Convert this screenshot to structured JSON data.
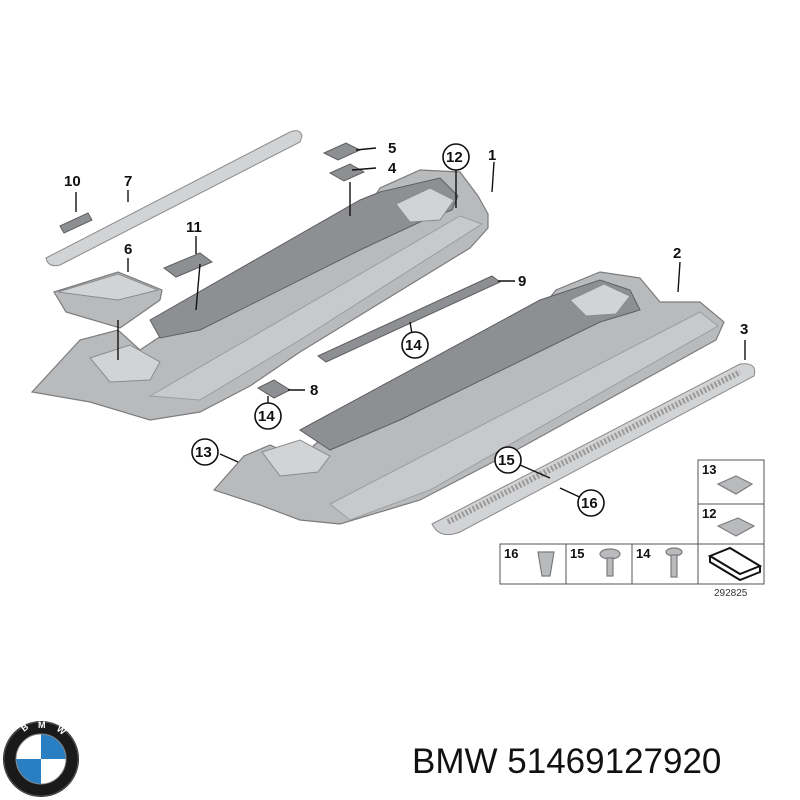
{
  "diagram": {
    "callouts": {
      "c1": "1",
      "c2": "2",
      "c3": "3",
      "c4": "4",
      "c5": "5",
      "c6": "6",
      "c7": "7",
      "c8": "8",
      "c9": "9",
      "c10": "10",
      "c11": "11",
      "c12": "12",
      "c13": "13",
      "c14a": "14",
      "c14b": "14",
      "c15": "15",
      "c16": "16"
    },
    "legend": {
      "l13": "13",
      "l12": "12",
      "l16": "16",
      "l15": "15",
      "l14": "14"
    },
    "ref_code": "292825"
  },
  "footer": {
    "brand": "BMW",
    "part_number": "51469127920"
  },
  "logo": {
    "colors": {
      "ring": "#1a1a1a",
      "blue": "#2a7fc2",
      "white": "#ffffff"
    }
  }
}
